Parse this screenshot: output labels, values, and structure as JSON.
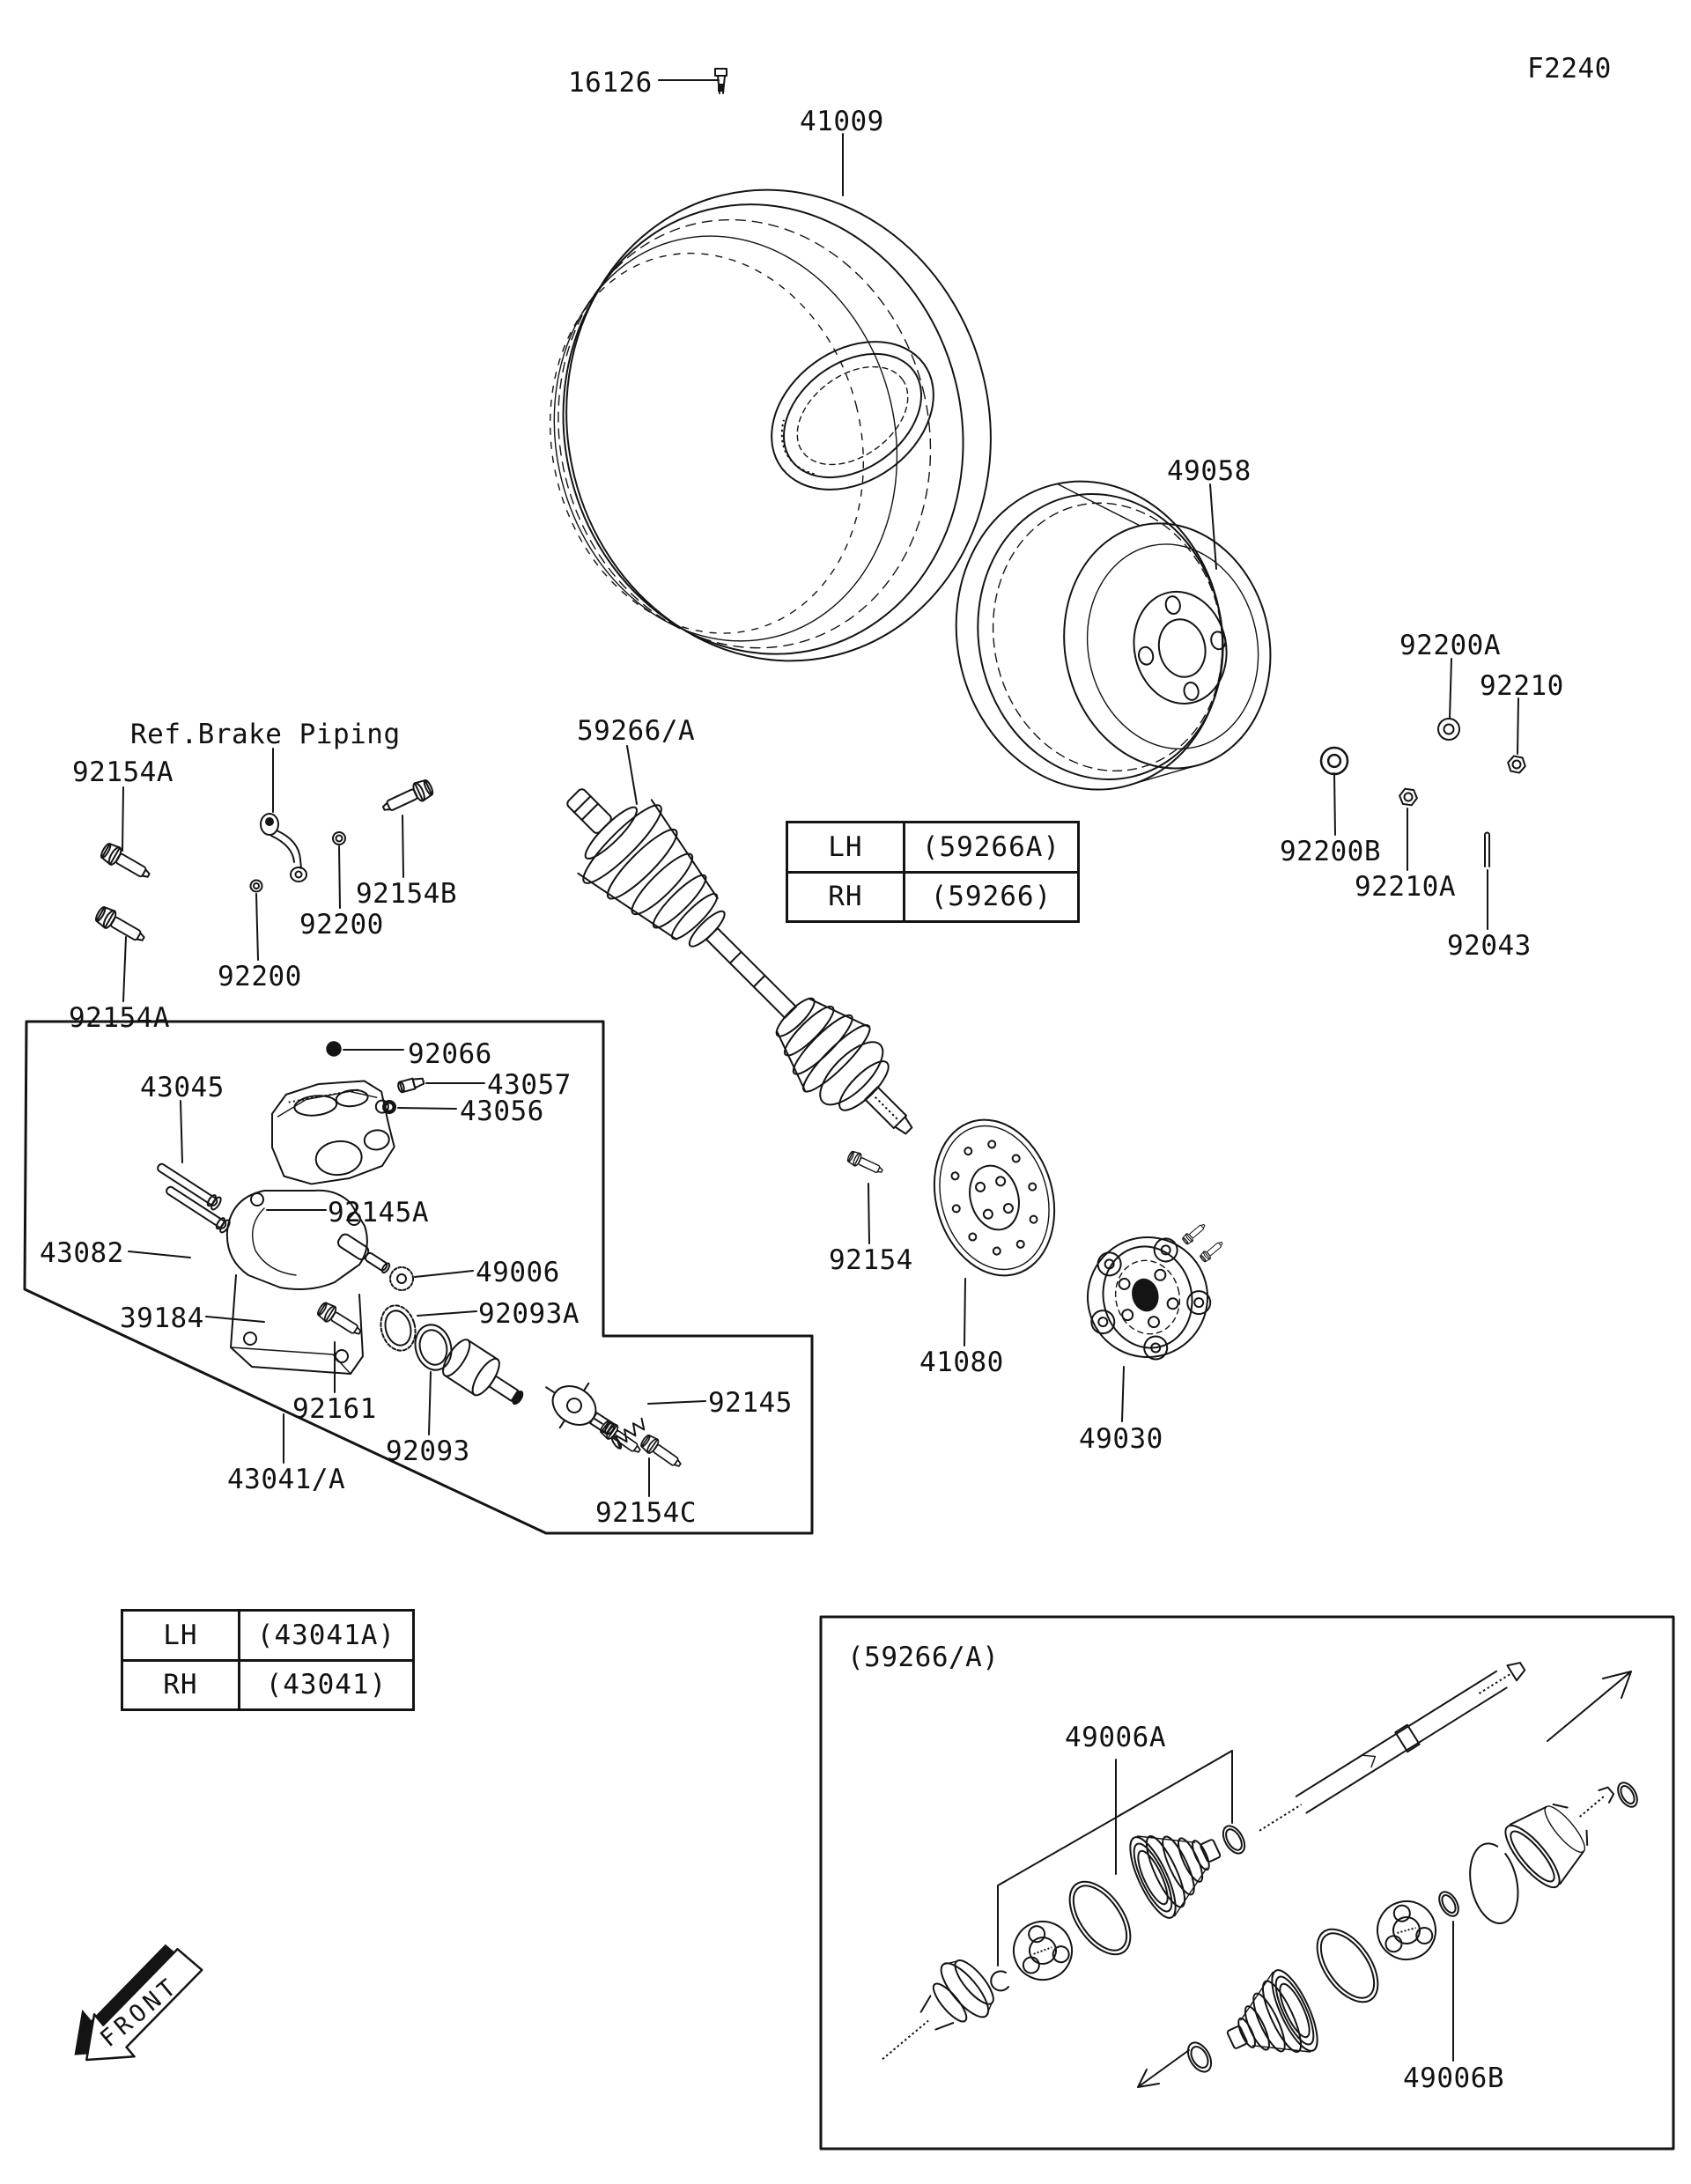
{
  "page": {
    "code": "F2240",
    "ref_note": "Ref.Brake Piping",
    "front_label": "FRONT",
    "inset_title": "(59266/A)"
  },
  "parts": {
    "p16126": "16126",
    "p41009": "41009",
    "p49058": "49058",
    "p92200A": "92200A",
    "p92210": "92210",
    "p92200B": "92200B",
    "p92210A": "92210A",
    "p92043": "92043",
    "p59266": "59266/A",
    "p92154A_1": "92154A",
    "p92154B": "92154B",
    "p92200_1": "92200",
    "p92200_2": "92200",
    "p92154A_2": "92154A",
    "p92066": "92066",
    "p43057": "43057",
    "p43056": "43056",
    "p43045": "43045",
    "p92145A": "92145A",
    "p43082": "43082",
    "p49006": "49006",
    "p92093A": "92093A",
    "p39184": "39184",
    "p92161": "92161",
    "p92093": "92093",
    "p92145": "92145",
    "p43041": "43041/A",
    "p92154C": "92154C",
    "p92154": "92154",
    "p41080": "41080",
    "p49030": "49030",
    "p49006A": "49006A",
    "p49006B": "49006B"
  },
  "tables": {
    "axle": {
      "rows": [
        {
          "side": "LH",
          "part": "(59266A)"
        },
        {
          "side": "RH",
          "part": "(59266)"
        }
      ]
    },
    "caliper": {
      "rows": [
        {
          "side": "LH",
          "part": "(43041A)"
        },
        {
          "side": "RH",
          "part": "(43041)"
        }
      ]
    }
  }
}
